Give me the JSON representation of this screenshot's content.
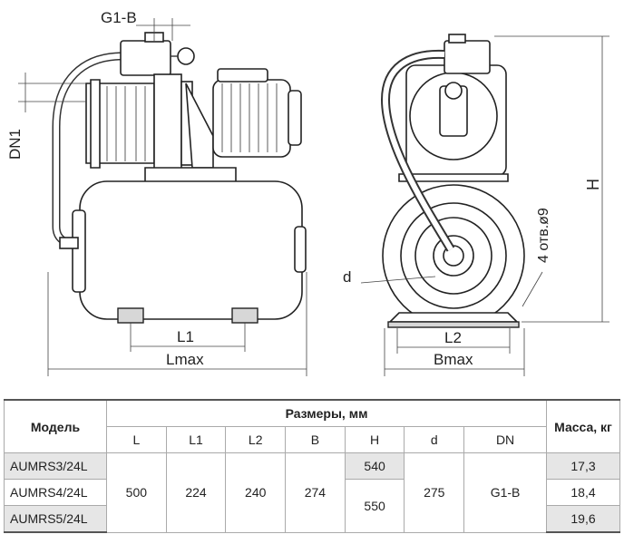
{
  "dimension_labels": {
    "g1b": "G1-B",
    "dn1": "DN1",
    "l1": "L1",
    "lmax": "Lmax",
    "l2": "L2",
    "bmax": "Bmax",
    "h": "H",
    "d": "d",
    "holes": "4 отв.ø9"
  },
  "table": {
    "model_header": "Модель",
    "sizes_header": "Размеры, мм",
    "mass_header": "Масса, кг",
    "columns": [
      "L",
      "L1",
      "L2",
      "B",
      "H",
      "d",
      "DN"
    ],
    "rows": [
      {
        "model": "AUMRS3/24L",
        "mass": "17,3"
      },
      {
        "model": "AUMRS4/24L",
        "mass": "18,4"
      },
      {
        "model": "AUMRS5/24L",
        "mass": "19,6"
      }
    ],
    "shared": {
      "L": "500",
      "L1": "224",
      "L2": "240",
      "B": "274",
      "d": "275",
      "DN": "G1-B"
    },
    "H_values": [
      "540",
      "550"
    ]
  }
}
